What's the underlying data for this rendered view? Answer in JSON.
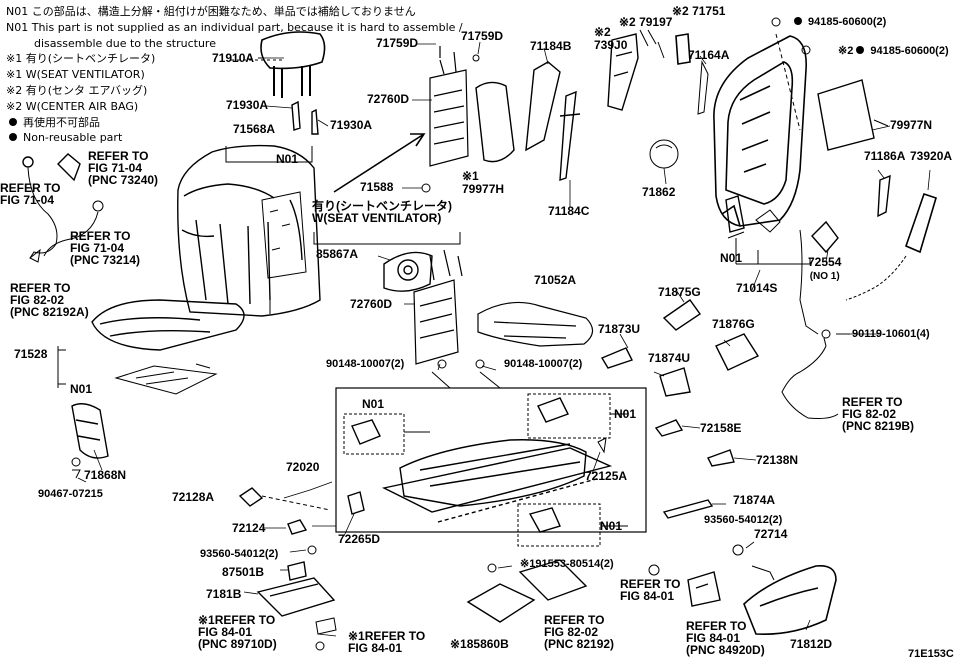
{
  "notes": [
    "N01 この部品は、構造上分解・組付けが困難なため、単品では補給しておりません",
    "N01 This part is not supplied as an individual part, because it is hard to assemble /",
    "disassemble due to the structure",
    "※1 有り(シートベンチレータ)",
    "※1 W(SEAT VENTILATOR)",
    "※2 有り(センタ エアバッグ)",
    "※2 W(CENTER AIR BAG)",
    "再使用不可部品",
    "Non-reusable part"
  ],
  "labels": {
    "n01": "N01",
    "mark1": "※1",
    "mark2": "※2",
    "no1": "(NO 1)",
    "p71910A": "71910A",
    "p71930A": "71930A",
    "p71568A": "71568A",
    "p71759D": "71759D",
    "p72760D": "72760D",
    "p71588": "71588",
    "p79977H": "79977H",
    "vent_note": "有り(シートベンチレータ)\nW(SEAT VENTILATOR)",
    "p85867A": "85867A",
    "p90148": "90148-10007(2)",
    "p71184B": "71184B",
    "p71184C": "71184C",
    "p739J0": "739J0",
    "p79197": "※2 79197",
    "p71751": "※2 71751",
    "p71164A": "71164A",
    "p71862": "71862",
    "p94185": "94185-60600(2)",
    "p79977N": "79977N",
    "p71186A": "71186A",
    "p73920A": "73920A",
    "p71014S": "71014S",
    "p72554": "72554",
    "p90119": "90119-10601(4)",
    "ref_82_02_8219B": "REFER TO\nFIG 82-02\n(PNC 8219B)",
    "p71052A": "71052A",
    "p71875G": "71875G",
    "p71873U": "71873U",
    "p71876G": "71876G",
    "p71874U": "71874U",
    "p72020": "72020",
    "p72125A": "72125A",
    "p72158E": "72158E",
    "p72138N": "72138N",
    "p71874A": "71874A",
    "p93560": "93560-54012(2)",
    "p72714": "72714",
    "p72128A": "72128A",
    "p72124": "72124",
    "p72265D": "72265D",
    "p87501B": "87501B",
    "p7181B": "7181B",
    "ref_84_01_89710D": "REFER TO\nFIG 84-01\n(PNC 89710D)",
    "ref_84_01": "REFER TO\nFIG 84-01",
    "p91553": "91553-80514(2)",
    "p85860B": "85860B",
    "ref_82_02_82192": "REFER TO\nFIG 82-02\n(PNC 82192)",
    "ref_84_01_84920D": "REFER TO\nFIG 84-01\n(PNC 84920D)",
    "p71812D": "71812D",
    "ref_71_04_73240": "REFER TO\nFIG 71-04\n(PNC 73240)",
    "ref_71_04": "REFER TO\nFIG 71-04",
    "ref_71_04_73214": "REFER TO\nFIG 71-04\n(PNC 73214)",
    "ref_82_02_82192A": "REFER TO\nFIG 82-02\n(PNC 82192A)",
    "p71528": "71528",
    "p71868N": "71868N",
    "p90467": "90467-07215",
    "code": "71E153C"
  }
}
